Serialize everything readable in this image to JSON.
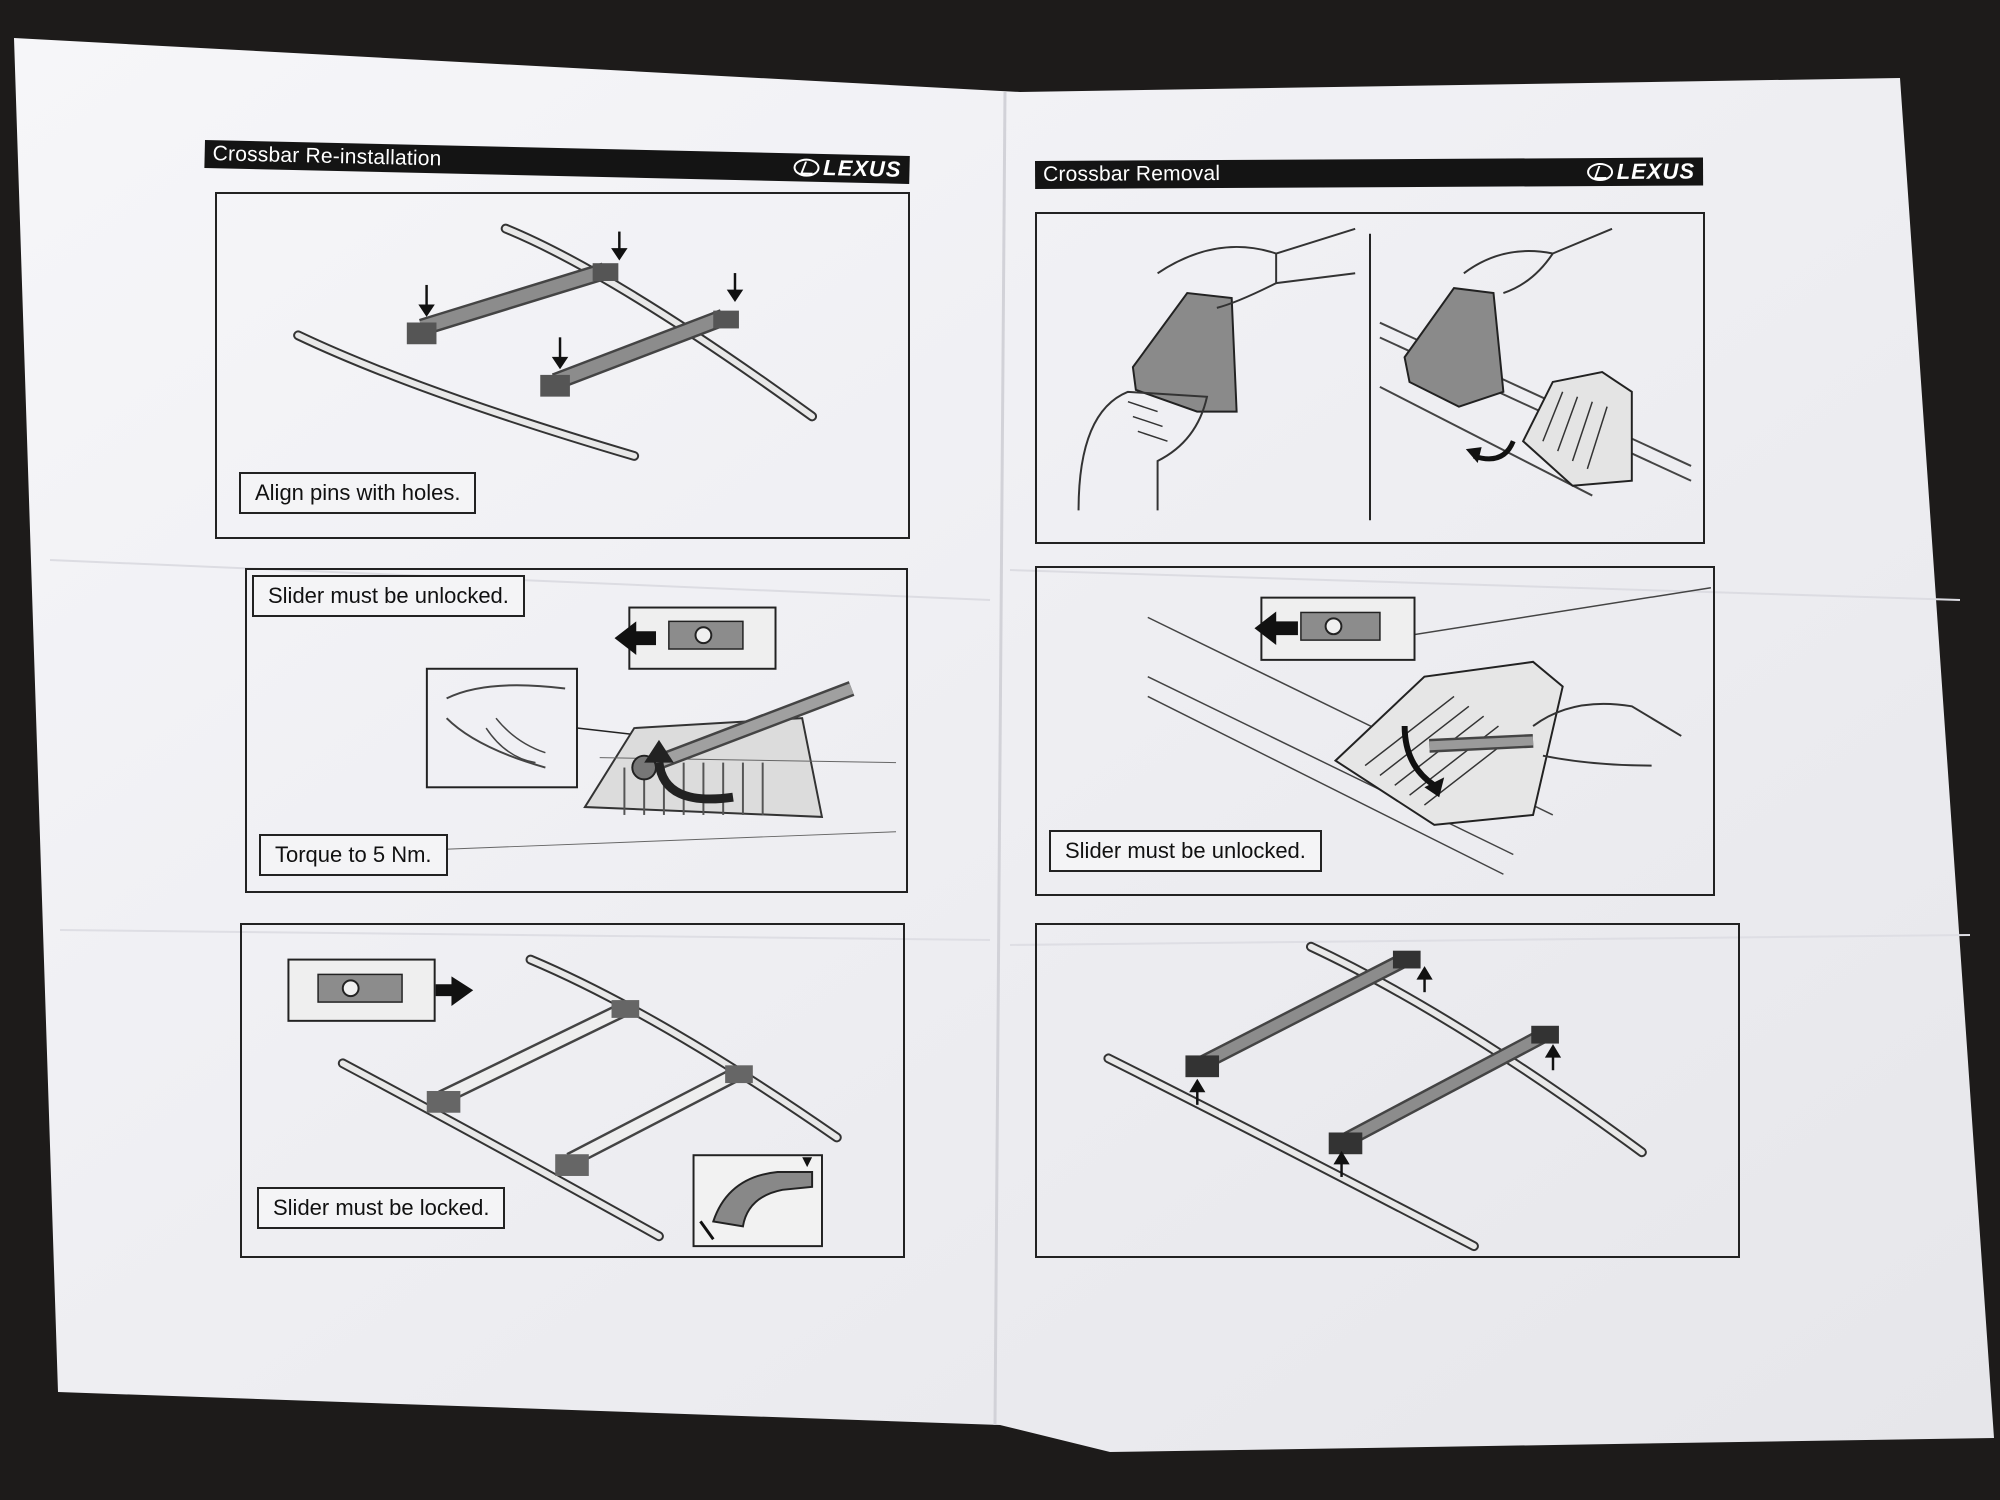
{
  "left_page": {
    "header": {
      "title": "Crossbar Re-installation",
      "logo": "LEXUS"
    },
    "panels": [
      {
        "caption": "Align pins with holes.",
        "illustration": "crossbars-placed-on-rails"
      },
      {
        "caption_top": "Slider must be unlocked.",
        "caption_bottom": "Torque to 5 Nm.",
        "illustration": "torque-wrench-on-foot"
      },
      {
        "caption": "Slider must be locked.",
        "illustration": "crossbars-locked-on-rails"
      }
    ]
  },
  "right_page": {
    "header": {
      "title": "Crossbar Removal",
      "logo": "LEXUS"
    },
    "panels": [
      {
        "illustration": "remove-end-cover-by-hand"
      },
      {
        "caption": "Slider must be unlocked.",
        "illustration": "unlock-slider-with-tool"
      },
      {
        "illustration": "lift-crossbars-off-rails"
      }
    ]
  },
  "colors": {
    "background": "#1d1b1a",
    "paper": "#f2f2f5",
    "ink": "#141414",
    "part_gray": "#8a8a8a"
  }
}
